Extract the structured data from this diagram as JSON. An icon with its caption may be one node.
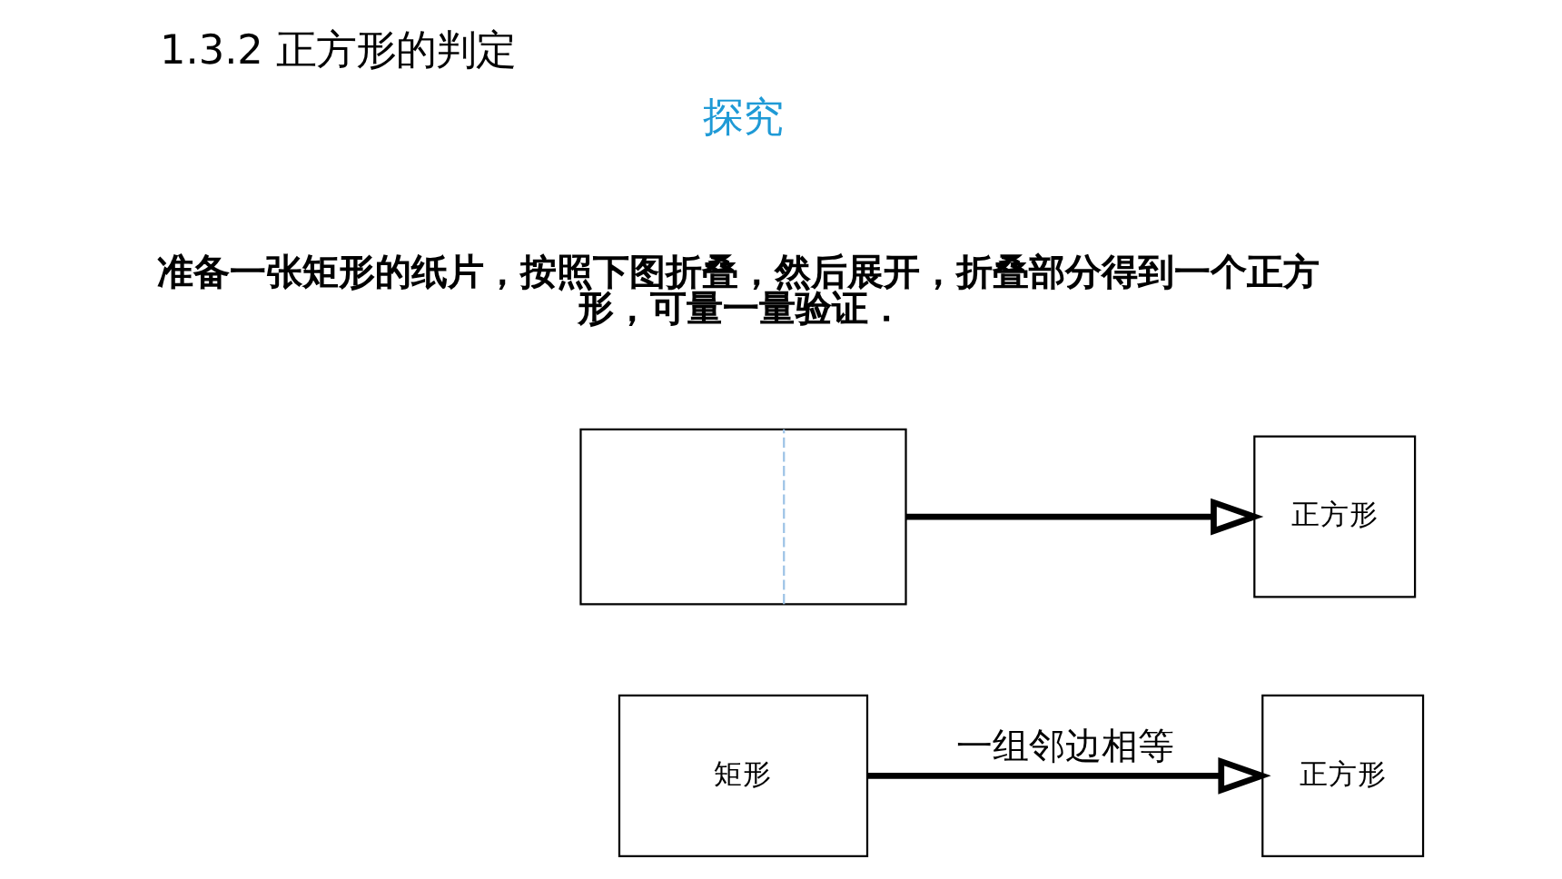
{
  "diagram": {
    "title": "1.3.2 正方形的判定",
    "nodes": [
      {
        "text": [],
        "shape": "box"
      },
      {
        "text": [
          "正方形"
        ]
      },
      {
        "text": [
          "矩形"
        ]
      },
      {
        "text": [
          "正方形"
        ]
      }
    ],
    "edges": [
      {
        "from": 0,
        "to": 1,
        "arrow": "to"
      },
      {
        "from": 2,
        "to": 3,
        "arrow": "to",
        "label": "一组邻边相等"
      }
    ],
    "labels": [
      "探究",
      "准备一张矩形的纸片，按照下图折叠，然后展开，折叠部分得到一个正方形，可量一量验证．"
    ]
  }
}
